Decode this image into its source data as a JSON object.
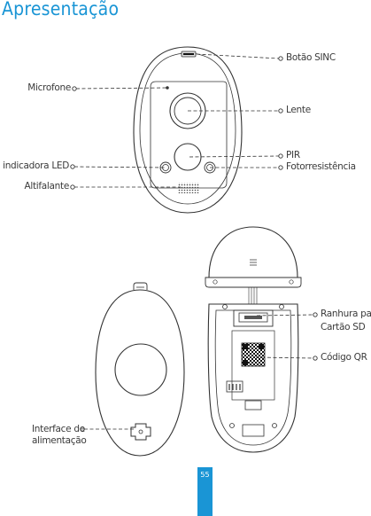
{
  "page": {
    "title": "Apresentação",
    "page_number": "55"
  },
  "labels": {
    "botao_sinc": "Botão SINC",
    "microfone": "Microfone",
    "lente": "Lente",
    "pir": "PIR",
    "luz_led": "Luz indicadora LED",
    "fotorresistencia": "Fotorresistência",
    "altifalante": "Altifalante",
    "ranhura_line1": "Ranhura para",
    "ranhura_line2": "Cartão SD",
    "codigo_qr": "Código QR",
    "interface_line1": "Interface de",
    "interface_line2": "alimentação"
  },
  "colors": {
    "accent": "#1a95d5",
    "line": "#333333",
    "text": "#3a3a3a"
  }
}
